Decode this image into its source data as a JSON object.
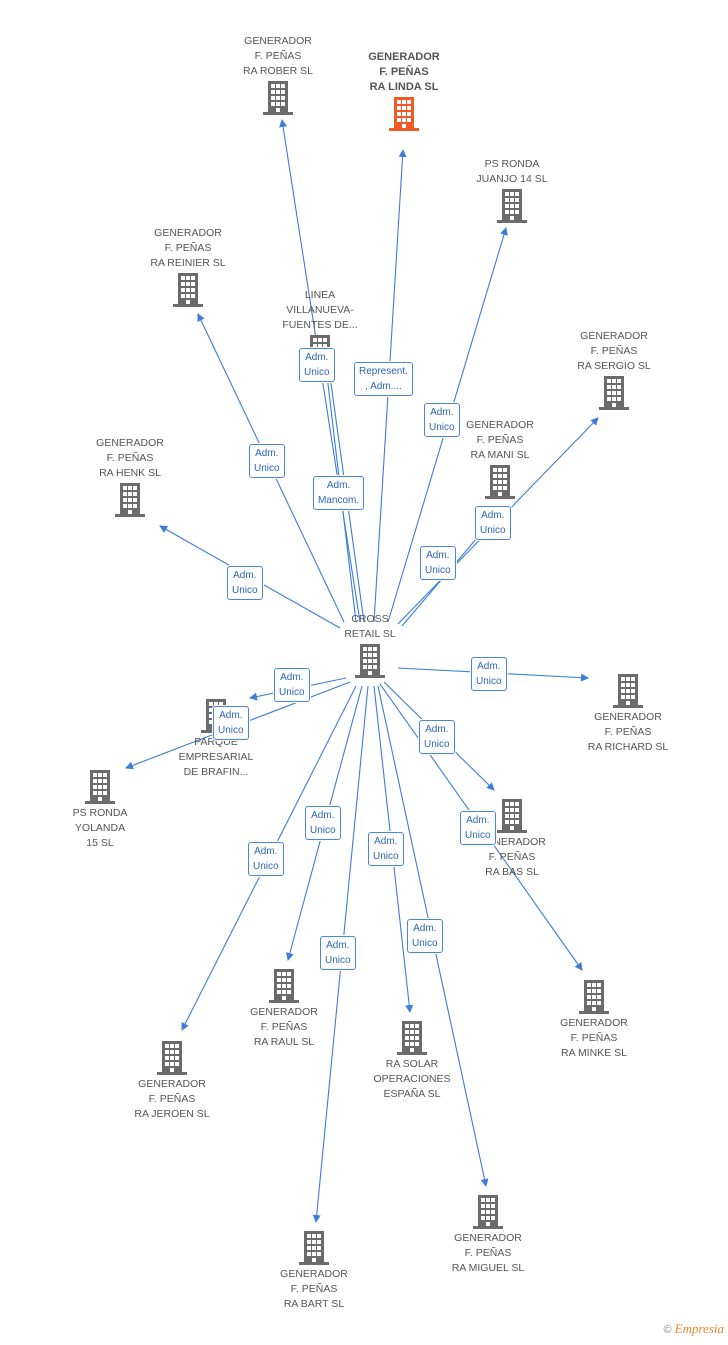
{
  "colors": {
    "edge": "#3b7dd8",
    "building": "#6b6b6b",
    "building_highlight": "#f05a28"
  },
  "nodes": {
    "cross": {
      "label": "CROSS\nRETAIL  SL"
    },
    "rober": {
      "label": "GENERADOR\nF.  PEÑAS\nRA ROBER SL"
    },
    "linda": {
      "label": "GENERADOR\nF.  PEÑAS\nRA LINDA SL"
    },
    "juanjo": {
      "label": "PS RONDA\nJUANJO 14 SL"
    },
    "reinier": {
      "label": "GENERADOR\nF.  PEÑAS\nRA REINIER SL"
    },
    "linea": {
      "label": "LINEA\nVILLANUEVA-\nFUENTES DE..."
    },
    "sergio": {
      "label": "GENERADOR\nF.  PEÑAS\nRA SERGIO SL"
    },
    "mani": {
      "label": "GENERADOR\nF.  PEÑAS\nRA MANI SL"
    },
    "henk": {
      "label": "GENERADOR\nF.  PEÑAS\nRA HENK SL"
    },
    "richard": {
      "label": "GENERADOR\nF.  PEÑAS\nRA RICHARD SL"
    },
    "parque": {
      "label": "PARQUE\nEMPRESARIAL\nDE BRAFIN..."
    },
    "yolanda": {
      "label": "PS RONDA\nYOLANDA\n15 SL"
    },
    "bas": {
      "label": "GENERADOR\nF.  PEÑAS\nRA BAS SL"
    },
    "minke": {
      "label": "GENERADOR\nF.  PEÑAS\nRA MINKE SL"
    },
    "raul": {
      "label": "GENERADOR\nF.  PEÑAS\nRA RAUL SL"
    },
    "solar": {
      "label": "RA SOLAR\nOPERACIONES\nESPAÑA SL"
    },
    "jeroen": {
      "label": "GENERADOR\nF.  PEÑAS\nRA JEROEN SL"
    },
    "miguel": {
      "label": "GENERADOR\nF.  PEÑAS\nRA MIGUEL SL"
    },
    "bart": {
      "label": "GENERADOR\nF.  PEÑAS\nRA BART SL"
    }
  },
  "roles": {
    "rober": "Adm.\nUnico",
    "linda": "Represent.\n, Adm....",
    "juanjo": "Adm.\nUnico",
    "reinier": "Adm.\nUnico",
    "linea": "Adm.\nMancom.",
    "sergio": "Adm.\nUnico",
    "mani": "Adm.\nUnico",
    "henk": "Adm.\nUnico",
    "richard": "Adm.\nUnico",
    "parque": "Adm.\nUnico",
    "yolanda": "Adm.\nUnico",
    "bas": "Adm.\nUnico",
    "bas2": "Adm.\nUnico",
    "raul": "Adm.\nUnico",
    "solar": "Adm.\nUnico",
    "jeroen": "Adm.\nUnico",
    "miguel": "Adm.\nUnico",
    "bart": "Adm.\nUnico"
  },
  "footer": {
    "copyright": "©",
    "brand": "Empresia"
  }
}
